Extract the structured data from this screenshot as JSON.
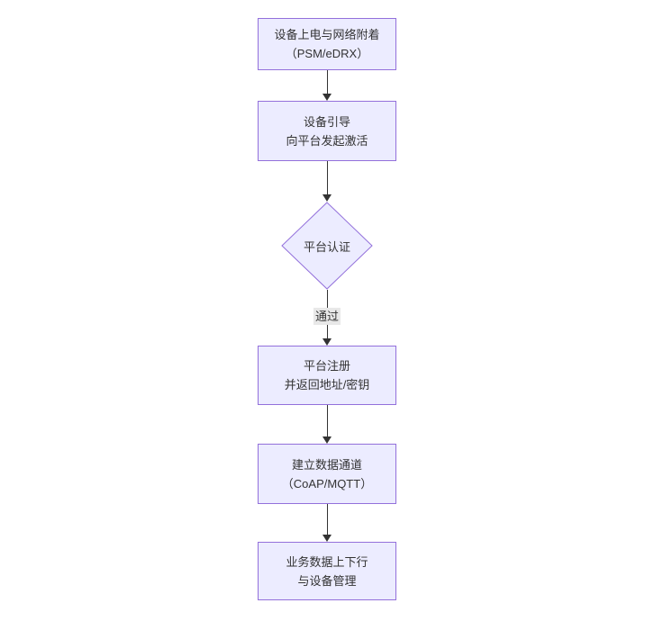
{
  "diagram": {
    "type": "flowchart",
    "direction": "top-down",
    "nodes": [
      {
        "id": "A",
        "shape": "rect",
        "lines": [
          "设备上电与网络附着",
          "（PSM/eDRX）"
        ]
      },
      {
        "id": "B",
        "shape": "rect",
        "lines": [
          "设备引导",
          "向平台发起激活"
        ]
      },
      {
        "id": "C",
        "shape": "diamond",
        "lines": [
          "平台认证"
        ]
      },
      {
        "id": "D",
        "shape": "rect",
        "lines": [
          "平台注册",
          "并返回地址/密钥"
        ]
      },
      {
        "id": "E",
        "shape": "rect",
        "lines": [
          "建立数据通道",
          "（CoAP/MQTT）"
        ]
      },
      {
        "id": "F",
        "shape": "rect",
        "lines": [
          "业务数据上下行",
          "与设备管理"
        ]
      }
    ],
    "edges": [
      {
        "from": "A",
        "to": "B",
        "label": ""
      },
      {
        "from": "B",
        "to": "C",
        "label": ""
      },
      {
        "from": "C",
        "to": "D",
        "label": "通过"
      },
      {
        "from": "D",
        "to": "E",
        "label": ""
      },
      {
        "from": "E",
        "to": "F",
        "label": ""
      }
    ],
    "colors": {
      "node_fill": "#ECECFF",
      "node_border": "#9370DB",
      "edge_line": "#333333",
      "edge_label_bg": "#e8e8e8",
      "text": "#333333",
      "background": "#ffffff"
    }
  }
}
